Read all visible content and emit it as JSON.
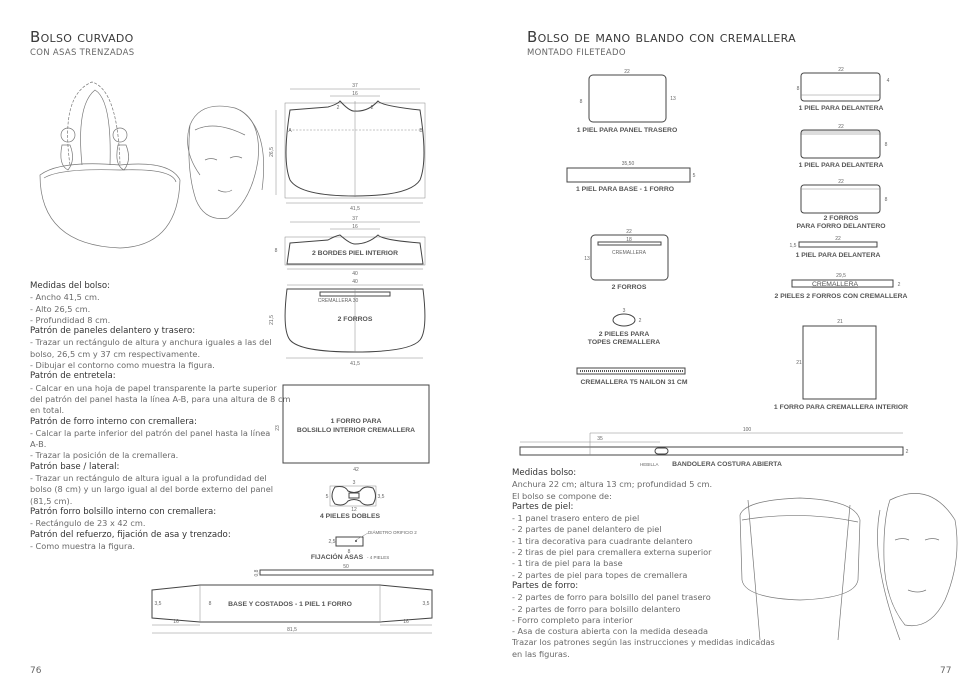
{
  "left": {
    "title": "Bolso curvado",
    "subtitle": "CON ASAS TRENZADAS",
    "page_number": "76",
    "instructions": [
      {
        "type": "h",
        "text": "Medidas del bolso:"
      },
      {
        "type": "p",
        "text": "-  Ancho 41,5 cm."
      },
      {
        "type": "p",
        "text": "-  Alto 26,5 cm."
      },
      {
        "type": "p",
        "text": "-  Profundidad 8 cm."
      },
      {
        "type": "h",
        "text": "Patrón de paneles delantero y trasero:"
      },
      {
        "type": "p",
        "text": "-  Trazar un rectángulo de altura y anchura iguales a las del"
      },
      {
        "type": "p",
        "text": "bolso, 26,5 cm y 37 cm respectivamente."
      },
      {
        "type": "p",
        "text": "-  Dibujar el contorno como muestra la figura."
      },
      {
        "type": "h",
        "text": "Patrón de entretela:"
      },
      {
        "type": "p",
        "text": "-  Calcar en una hoja de papel transparente la parte superior"
      },
      {
        "type": "p",
        "text": "del patrón del panel hasta la línea A-B, para una altura de 8 cm"
      },
      {
        "type": "p",
        "text": "en total."
      },
      {
        "type": "h",
        "text": "Patrón de forro interno con cremallera:"
      },
      {
        "type": "p",
        "text": "-  Calcar la parte inferior del patrón del panel hasta la línea"
      },
      {
        "type": "p",
        "text": "A-B."
      },
      {
        "type": "p",
        "text": "-  Trazar la posición de la cremallera."
      },
      {
        "type": "h",
        "text": "Patrón base / lateral:"
      },
      {
        "type": "p",
        "text": "-  Trazar un rectángulo de altura igual a la profundidad del"
      },
      {
        "type": "p",
        "text": "bolso (8 cm) y un largo igual al del borde externo del panel"
      },
      {
        "type": "p",
        "text": "(81,5 cm)."
      },
      {
        "type": "h",
        "text": "Patrón forro bolsillo interno con cremallera:"
      },
      {
        "type": "p",
        "text": "-  Rectángulo de 23 x 42 cm."
      },
      {
        "type": "h",
        "text": "Patrón del refuerzo, fijación de asa y trenzado:"
      },
      {
        "type": "p",
        "text": "-  Como muestra la figura."
      }
    ],
    "diagrams": {
      "panel": {
        "w_top": "37",
        "w_mid": "16",
        "h": "26,5",
        "w_bottom": "41,5",
        "seam": "2",
        "a": "A",
        "b": "B"
      },
      "bordes": {
        "label": "2 BORDES PIEL INTERIOR",
        "w_top": "37",
        "w_mid": "16",
        "h": "8",
        "w_bottom": "40"
      },
      "forros": {
        "label": "2 FORROS",
        "zip": "CREMALLERA  30",
        "w_top": "40",
        "h": "21,5",
        "w_bottom": "41,5"
      },
      "bolsillo": {
        "label1": "1 FORRO PARA",
        "label2": "BOLSILLO INTERIOR CREMALLERA",
        "h": "23",
        "w": "42"
      },
      "pieles_dobles": {
        "label": "4 PIELES DOBLES",
        "w_inner": "3",
        "w": "12",
        "h": "3,5",
        "side": "5"
      },
      "fijacion": {
        "label": "FIJACIÓN ASAS",
        "label_small": "- 4 PIELES",
        "note": "DIÁMETRO ORIFICIO 2",
        "h": "2,5",
        "w": "8"
      },
      "tira": {
        "w": "50",
        "h": "0,8"
      },
      "base": {
        "label": "BASE Y COSTADOS - 1 PIEL 1 FORRO",
        "end": "3,5",
        "mid": "8",
        "taper": "16",
        "w": "81,5"
      }
    }
  },
  "right": {
    "title": "Bolso de mano blando con cremallera",
    "subtitle": "MONTADO FILETEADO",
    "page_number": "77",
    "instructions": [
      {
        "type": "h",
        "text": "Medidas bolso:"
      },
      {
        "type": "p",
        "text": "Anchura 22 cm; altura 13 cm; profundidad 5 cm."
      },
      {
        "type": "p",
        "text": "El bolso se compone de:"
      },
      {
        "type": "h",
        "text": "Partes de piel:"
      },
      {
        "type": "p",
        "text": "-  1 panel trasero entero de piel"
      },
      {
        "type": "p",
        "text": "-  2 partes de panel delantero de piel"
      },
      {
        "type": "p",
        "text": "-  1 tira decorativa para cuadrante delantero"
      },
      {
        "type": "p",
        "text": "-  2 tiras de piel para cremallera externa superior"
      },
      {
        "type": "p",
        "text": "-  1 tira de piel para la base"
      },
      {
        "type": "p",
        "text": "-  2 partes de piel para topes de cremallera"
      },
      {
        "type": "h",
        "text": "Partes de forro:"
      },
      {
        "type": "p",
        "text": "-  2 partes de forro para bolsillo del panel trasero"
      },
      {
        "type": "p",
        "text": "-  2 partes de forro para bolsillo delantero"
      },
      {
        "type": "p",
        "text": "-  Forro completo para interior"
      },
      {
        "type": "p",
        "text": "-  Asa de costura abierta con la medida deseada"
      },
      {
        "type": "p",
        "text": "Trazar los patrones según las instrucciones y medidas indicadas"
      },
      {
        "type": "p",
        "text": "en las figuras."
      }
    ],
    "diagrams": {
      "trasero": {
        "label": "1 PIEL PARA PANEL TRASERO",
        "w": "22",
        "h": "13",
        "side": "8"
      },
      "base": {
        "label": "1 PIEL PARA BASE - 1 FORRO",
        "w": "35,50",
        "h": "5"
      },
      "forros": {
        "label": "2 FORROS",
        "w": "22",
        "zip_w": "18",
        "zip": "CREMALLERA",
        "h": "13"
      },
      "topes": {
        "label1": "2 PIELES PARA",
        "label2": "TOPES CREMALLERA",
        "w": "3",
        "h": "2"
      },
      "cremallera": {
        "label": "CREMALLERA T5 NAILON 31 CM"
      },
      "delantera1": {
        "label": "1 PIEL PARA DELANTERA",
        "w": "22",
        "h": "8",
        "side": "4"
      },
      "delantera2": {
        "label": "1 PIEL PARA DELANTERA",
        "w": "22",
        "h": "8"
      },
      "forro_delantero": {
        "label1": "2 FORROS",
        "label2": "PARA FORRO DELANTERO",
        "w": "22",
        "h": "8"
      },
      "tira_delantera": {
        "label": "1 PIEL PARA DELANTERA",
        "w": "22",
        "h": "1,5"
      },
      "cremallera_tiras": {
        "label": "2 PIELES  2 FORROS CON CREMALLERA",
        "zip": "CREMALLERA",
        "w": "29,5",
        "h": "2"
      },
      "forro_interior": {
        "label": "1 FORRO PARA CREMALLERA INTERIOR",
        "w": "21",
        "h": "21"
      },
      "bandolera": {
        "label": "BANDOLERA COSTURA ABIERTA",
        "buckle": "HEBILLA",
        "total": "100",
        "part": "35",
        "h": "2"
      }
    }
  }
}
